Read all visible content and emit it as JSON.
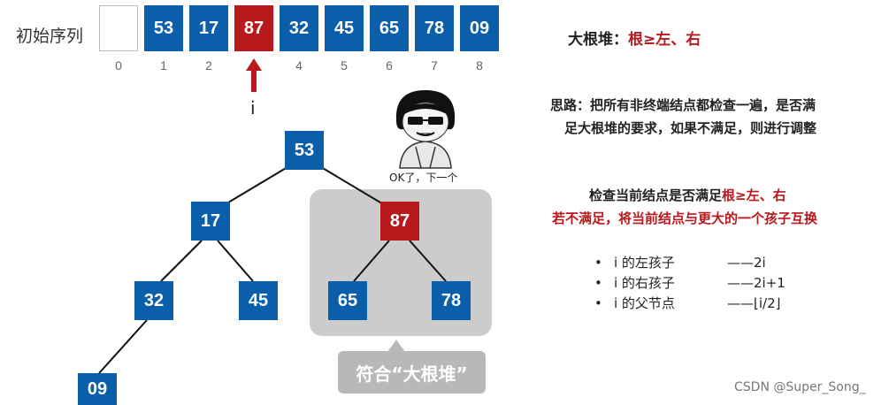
{
  "array": {
    "label": "初始序列",
    "cells": [
      "",
      "53",
      "17",
      "87",
      "32",
      "45",
      "65",
      "78",
      "09"
    ],
    "indices": [
      "0",
      "1",
      "2",
      "3",
      "4",
      "5",
      "6",
      "7",
      "8"
    ],
    "highlight_index": 3,
    "pointer_label": "i"
  },
  "tree": {
    "nodes": [
      "53",
      "17",
      "87",
      "32",
      "45",
      "65",
      "78",
      "09"
    ]
  },
  "callout": {
    "meme_caption": "OK了，下一个",
    "group_label": "符合“大根堆”"
  },
  "right": {
    "heap_rule_prefix": "大根堆：",
    "heap_rule": "根≥左、右",
    "idea_line1": "思路：把所有非终端结点都检查一遍，是否满",
    "idea_line2": "足大根堆的要求，如果不满足，则进行调整",
    "check_prefix": "检查当前结点是否满足",
    "check_rule": "根≥左、右",
    "swap_line": "若不满足，将当前结点与更大的一个孩子互换",
    "bullets": [
      {
        "label": "i 的左孩子",
        "value": "——2i"
      },
      {
        "label": "i 的右孩子",
        "value": "——2i+1"
      },
      {
        "label": "i 的父节点",
        "value": "——⌊i/2⌋"
      }
    ]
  },
  "watermark": "CSDN @Super_Song_",
  "colors": {
    "blue": "#0a5eaa",
    "red": "#b8191d",
    "gray_box": "#cccccc",
    "label_box": "#b8b8b8"
  }
}
